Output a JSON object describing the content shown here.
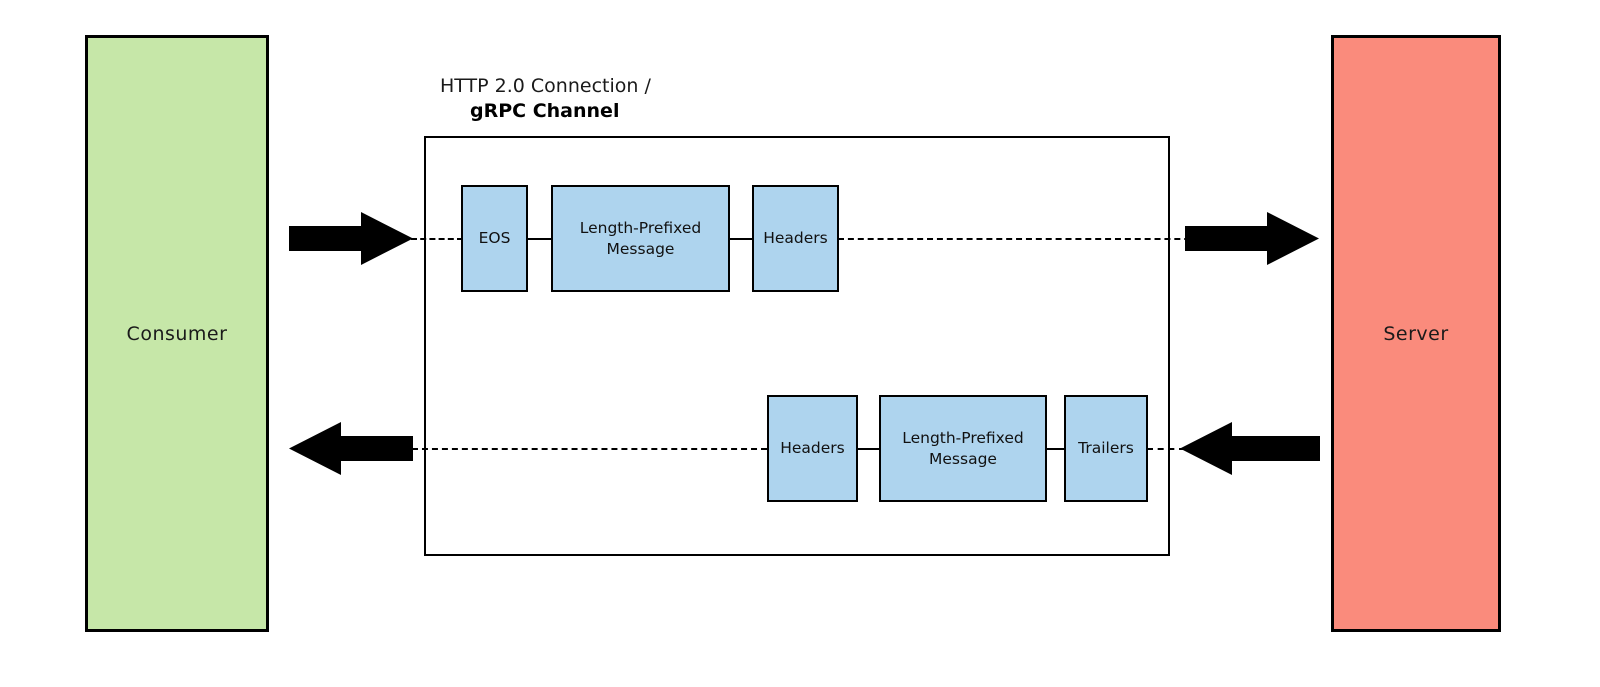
{
  "diagram": {
    "title": "gRPC Channel over HTTP 2.0 Connection",
    "endpoints": {
      "consumer": {
        "label": "Consumer",
        "color": "#c6e7a8"
      },
      "server": {
        "label": "Server",
        "color": "#fa8b7c"
      }
    },
    "channel": {
      "title_line1": "HTTP 2.0 Connection /",
      "title_line2": "gRPC Channel",
      "frame_color": "#aed4ee",
      "border_color": "#000000"
    },
    "request_stream": {
      "direction": "consumer-to-server",
      "frames": [
        {
          "label": "EOS"
        },
        {
          "label": "Length-Prefixed\nMessage",
          "line1": "Length-Prefixed",
          "line2": "Message"
        },
        {
          "label": "Headers"
        }
      ]
    },
    "response_stream": {
      "direction": "server-to-consumer",
      "frames": [
        {
          "label": "Headers"
        },
        {
          "label": "Length-Prefixed\nMessage",
          "line1": "Length-Prefixed",
          "line2": "Message"
        },
        {
          "label": "Trailers"
        }
      ]
    },
    "arrows": [
      {
        "name": "consumer-out-arrow",
        "direction": "right"
      },
      {
        "name": "server-in-arrow",
        "direction": "right"
      },
      {
        "name": "consumer-in-arrow",
        "direction": "left"
      },
      {
        "name": "server-out-arrow",
        "direction": "left"
      }
    ]
  }
}
